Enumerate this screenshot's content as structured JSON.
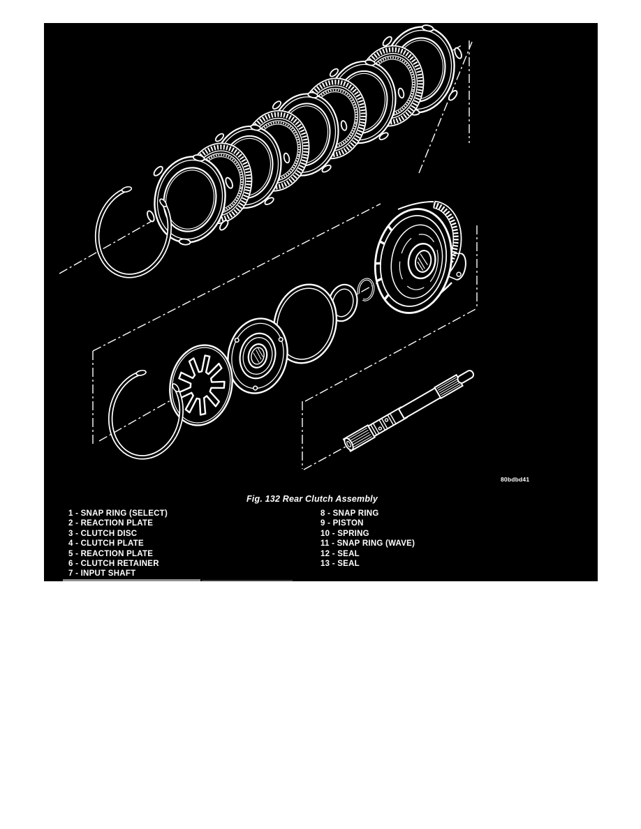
{
  "figure": {
    "caption": "Fig. 132 Rear Clutch Assembly",
    "code": "80bdbd41"
  },
  "legend": {
    "left": [
      "1 - SNAP RING (SELECT)",
      "2 - REACTION PLATE",
      "3 - CLUTCH DISC",
      "4 - CLUTCH PLATE",
      "5 - REACTION PLATE",
      "6 - CLUTCH RETAINER",
      "7 - INPUT SHAFT"
    ],
    "right": [
      "8 - SNAP RING",
      "9 - PISTON",
      "10 - SPRING",
      "11 - SNAP RING (WAVE)",
      "12 - SEAL",
      "13 - SEAL"
    ]
  },
  "callouts": [
    {
      "number": "1",
      "part": "snap-ring-select"
    },
    {
      "number": "2",
      "part": "reaction-plate"
    },
    {
      "number": "3",
      "part": "clutch-disc"
    },
    {
      "number": "4",
      "part": "clutch-plate"
    },
    {
      "number": "5",
      "part": "reaction-plate"
    },
    {
      "number": "6",
      "part": "clutch-retainer"
    },
    {
      "number": "7",
      "part": "input-shaft"
    },
    {
      "number": "8",
      "part": "snap-ring"
    },
    {
      "number": "9",
      "part": "piston"
    },
    {
      "number": "10",
      "part": "spring"
    },
    {
      "number": "11",
      "part": "snap-ring-wave"
    },
    {
      "number": "12",
      "part": "seal"
    },
    {
      "number": "13",
      "part": "seal"
    }
  ],
  "colors": {
    "page": "#ffffff",
    "panel": "#000000",
    "line": "#ffffff",
    "artifact": "#909090"
  }
}
